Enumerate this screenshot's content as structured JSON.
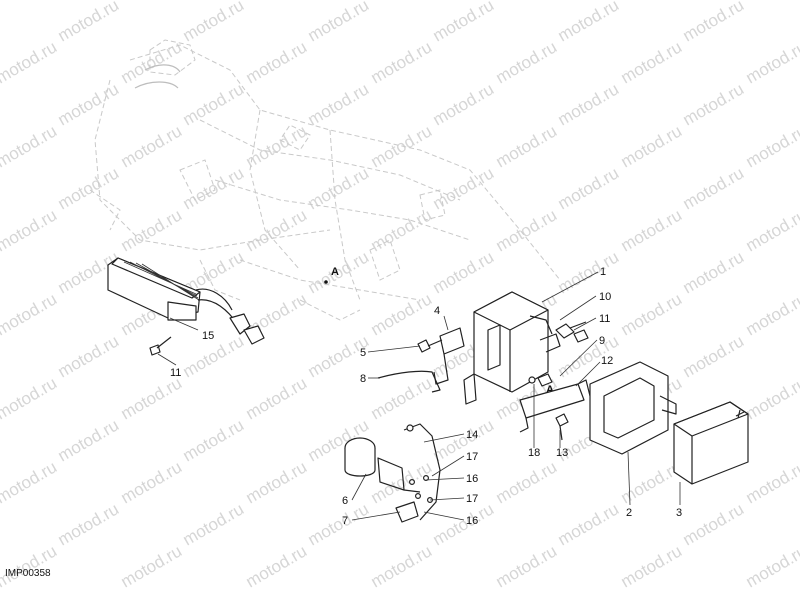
{
  "watermark_text": "motod.ru",
  "image_code": "IMP00358",
  "reference_marker": "A",
  "part_numbers": {
    "p1": "1",
    "p2": "2",
    "p3": "3",
    "p4": "4",
    "p5": "5",
    "p6": "6",
    "p7": "7",
    "p8": "8",
    "p9": "9",
    "p10": "10",
    "p11a": "11",
    "p11b": "11",
    "p12": "12",
    "p13": "13",
    "p14": "14",
    "p15": "15",
    "p16a": "16",
    "p16b": "16",
    "p17a": "17",
    "p17b": "17",
    "p18": "18"
  }
}
